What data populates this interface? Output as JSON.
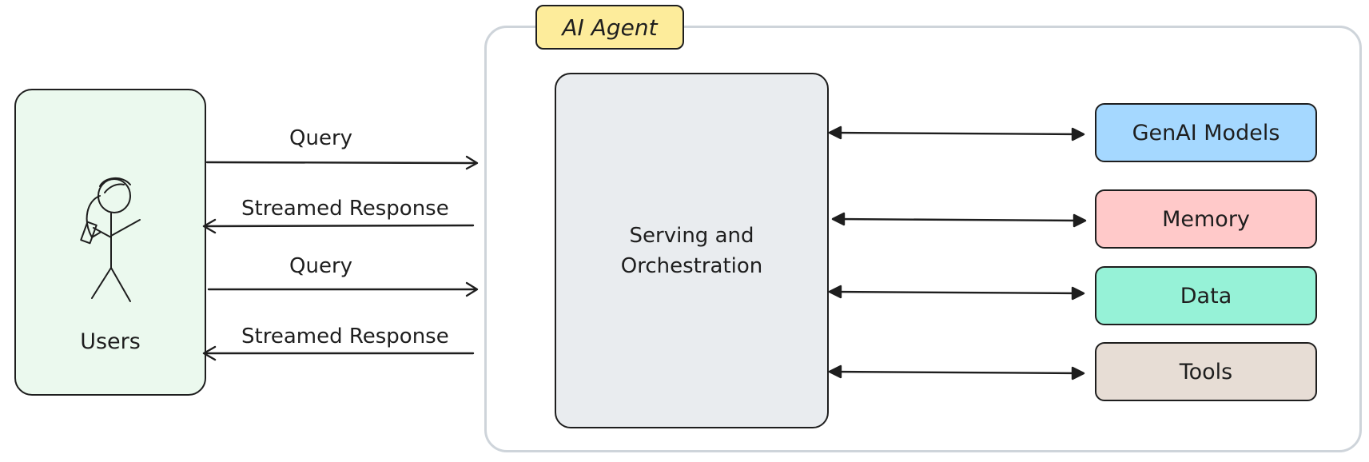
{
  "diagram": {
    "agent": {
      "title": "AI Agent",
      "colors": {
        "container_border": "#ced4da",
        "tag_fill": "#fdec9b"
      }
    },
    "users": {
      "label": "Users",
      "fill": "#ebf9ee",
      "icon": "stick-figure-icon"
    },
    "orchestrator": {
      "line1": "Serving and",
      "line2": "Orchestration",
      "fill": "#e9ecef"
    },
    "flows": [
      {
        "label": "Query",
        "direction": "to-agent"
      },
      {
        "label": "Streamed Response",
        "direction": "to-users"
      },
      {
        "label": "Query",
        "direction": "to-agent"
      },
      {
        "label": "Streamed Response",
        "direction": "to-users"
      }
    ],
    "services": [
      {
        "label": "GenAI Models",
        "fill": "#a5d8ff"
      },
      {
        "label": "Memory",
        "fill": "#ffc9c9"
      },
      {
        "label": "Data",
        "fill": "#96f2d7"
      },
      {
        "label": "Tools",
        "fill": "#e7ddd5"
      }
    ],
    "service_link": "bidirectional"
  }
}
